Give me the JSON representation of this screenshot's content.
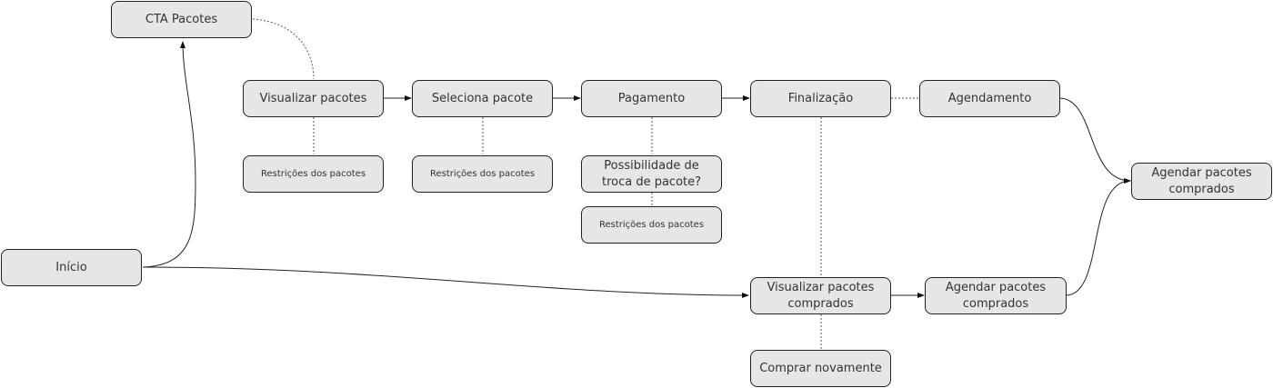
{
  "nodes": {
    "cta": "CTA Pacotes",
    "visualizar": "Visualizar pacotes",
    "seleciona": "Seleciona pacote",
    "pagamento": "Pagamento",
    "finalizacao": "Finalização",
    "agendamento": "Agendamento",
    "restricoes1": "Restrições dos pacotes",
    "restricoes2": "Restrições dos pacotes",
    "troca": "Possibilidade de troca de pacote?",
    "restricoes3": "Restrições dos pacotes",
    "inicio": "Início",
    "visualizar_comprados": "Visualizar pacotes comprados",
    "agendar_comprados_mid": "Agendar pacotes comprados",
    "agendar_comprados_final": "Agendar pacotes comprados",
    "comprar_novamente": "Comprar novamente"
  },
  "colors": {
    "node_fill": "#e6e6e6",
    "stroke": "#222222"
  }
}
